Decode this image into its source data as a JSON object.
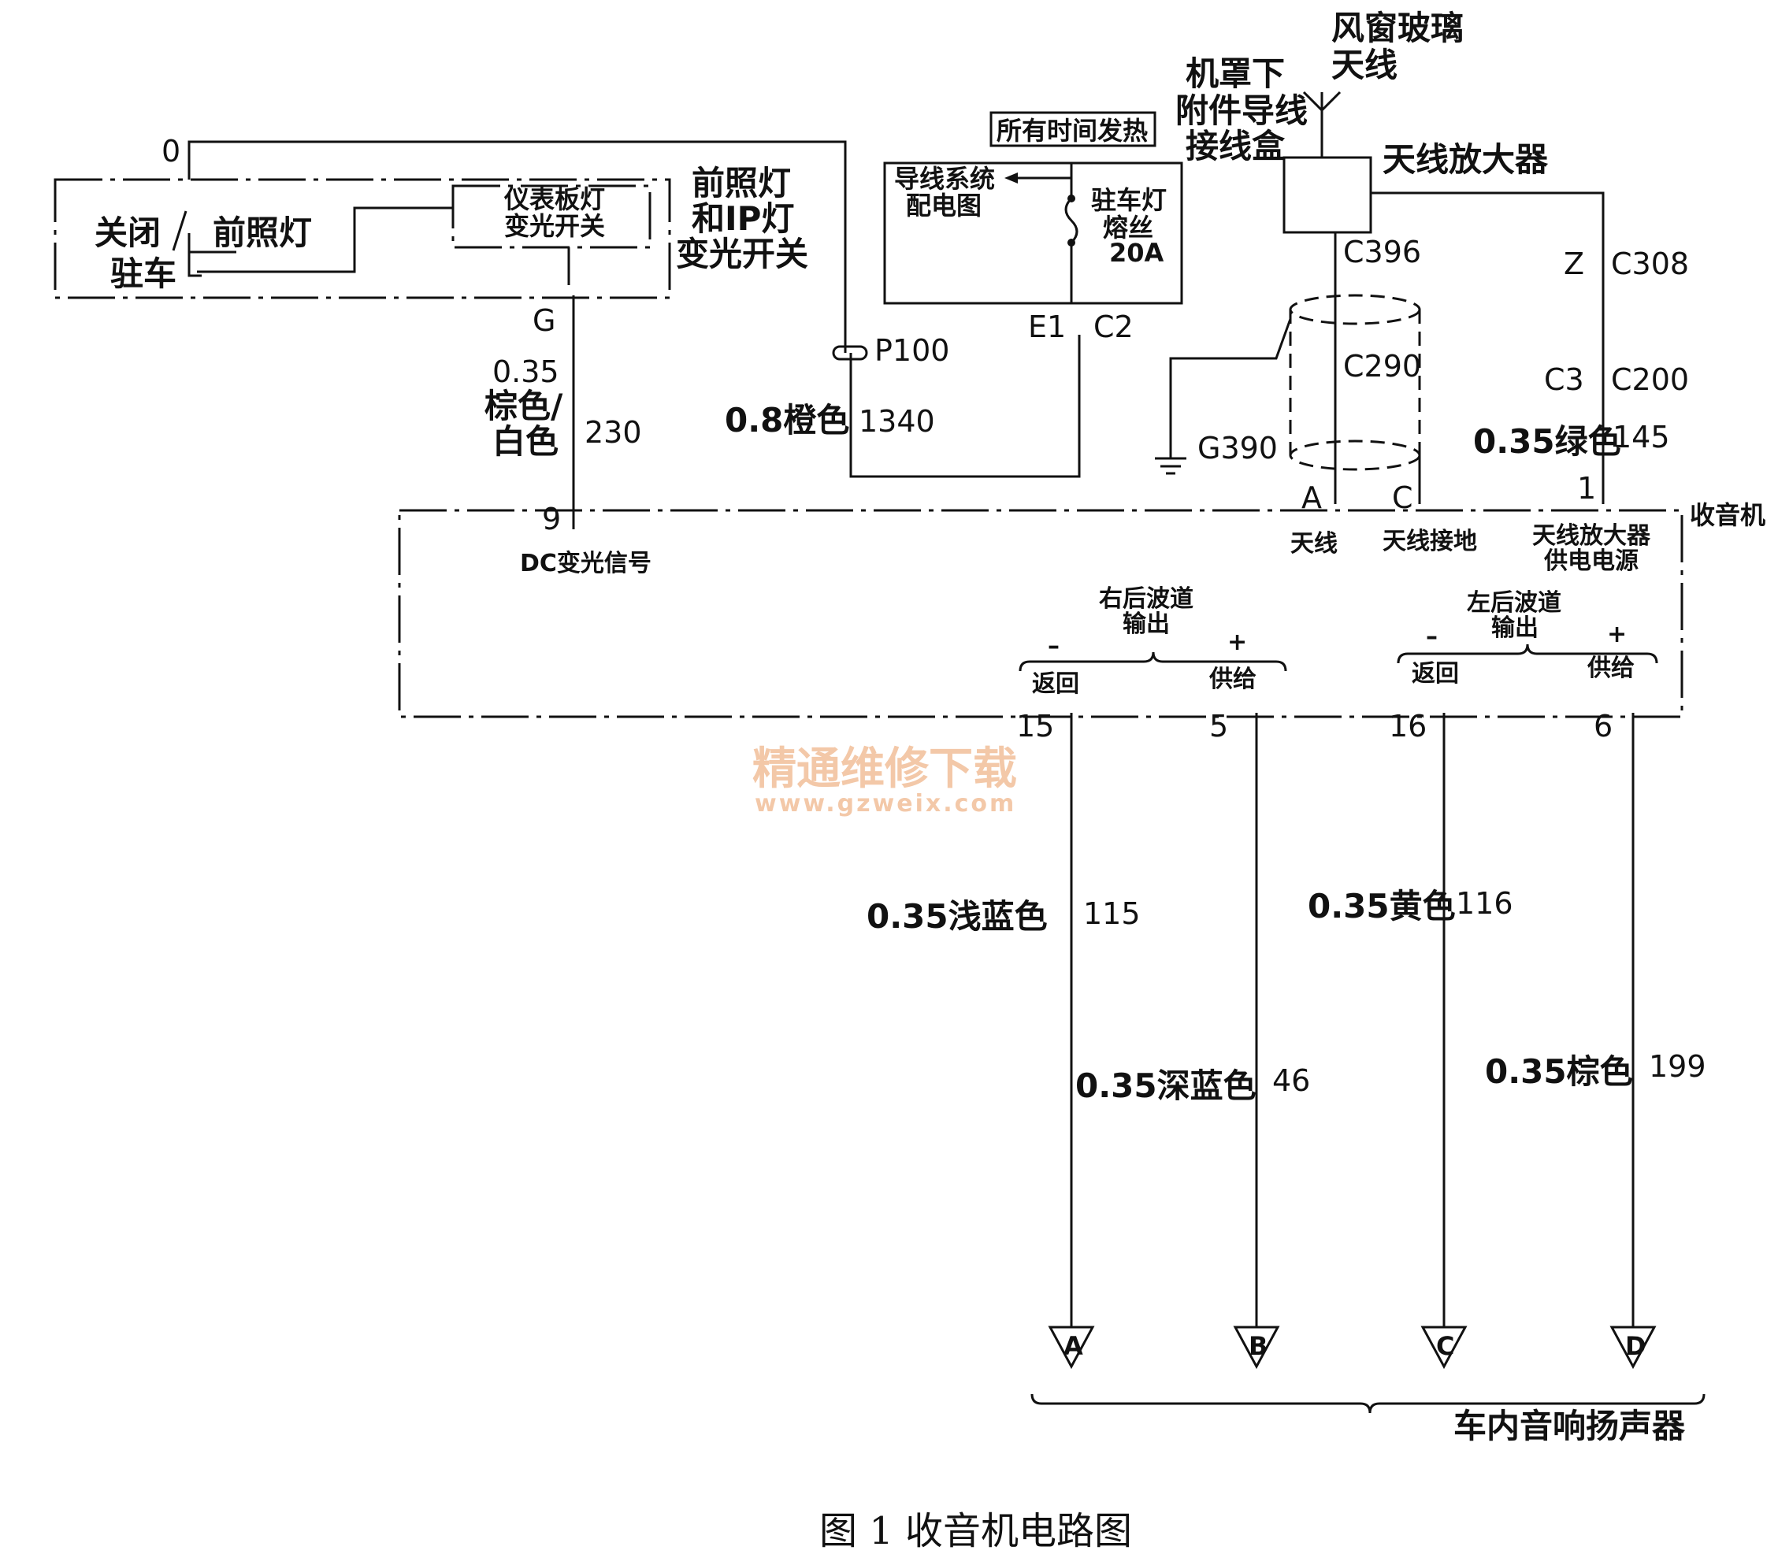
{
  "switch": {
    "title_1": "前照灯",
    "title_2": "和IP灯",
    "title_3": "变光开关",
    "pos_off": "关闭",
    "pos_park": "驻车",
    "pos_head": "前照灯",
    "dimmer_1": "仪表板灯",
    "dimmer_2": "变光开关",
    "pin_top": "0",
    "pin_g": "G"
  },
  "wire_230": {
    "size": "0.35",
    "color_1": "棕色/",
    "color_2": "白色",
    "circuit": "230",
    "pin": "9"
  },
  "wire_1340": {
    "splice": "P100",
    "label": "0.8橙色",
    "circuit": "1340"
  },
  "fuse_block": {
    "header": "所有时间发热",
    "ref_1": "导线系统",
    "ref_2": "配电图",
    "fuse_1": "驻车灯",
    "fuse_2": "熔丝",
    "fuse_3": "20A",
    "conn_e1": "E1",
    "conn_c2": "C2"
  },
  "antenna": {
    "windshield_1": "风窗玻璃",
    "windshield_2": "天线",
    "junction_1": "机罩下",
    "junction_2": "附件导线",
    "junction_3": "接线盒",
    "amplifier": "天线放大器",
    "c396": "C396",
    "c290": "C290",
    "g390": "G390",
    "pin_a": "A",
    "pin_c": "C",
    "z": "Z",
    "c308": "C308",
    "c3": "C3",
    "c200": "C200",
    "wire_label": "0.35绿色",
    "circuit": "145",
    "pin_1": "1"
  },
  "radio": {
    "label": "收音机",
    "dc_dim": "DC变光信号",
    "ant": "天线",
    "ant_ground": "天线接地",
    "amp_power_1": "天线放大器",
    "amp_power_2": "供电电源",
    "rr_1": "右后波道",
    "rr_2": "输出",
    "lr_1": "左后波道",
    "lr_2": "输出",
    "minus": "–",
    "plus": "+",
    "ret": "返回",
    "sup": "供给"
  },
  "speaker_wires": [
    {
      "pin": "15",
      "label_top": "0.35浅蓝色",
      "circuit_top": "115",
      "label_bottom": "",
      "circuit_bottom": "",
      "terminal": "A"
    },
    {
      "pin": "5",
      "label_top": "",
      "circuit_top": "",
      "label_bottom": "0.35深蓝色",
      "circuit_bottom": "46",
      "terminal": "B"
    },
    {
      "pin": "16",
      "label_top": "0.35黄色",
      "circuit_top": "116",
      "label_bottom": "",
      "circuit_bottom": "",
      "terminal": "C"
    },
    {
      "pin": "6",
      "label_top": "",
      "circuit_top": "",
      "label_bottom": "0.35棕色",
      "circuit_bottom": "199",
      "terminal": "D"
    }
  ],
  "speakers_label": "车内音响扬声器",
  "watermark": {
    "line1": "精通维修下载",
    "line2": "www.gzweix.com"
  },
  "caption": "图 1  收音机电路图"
}
